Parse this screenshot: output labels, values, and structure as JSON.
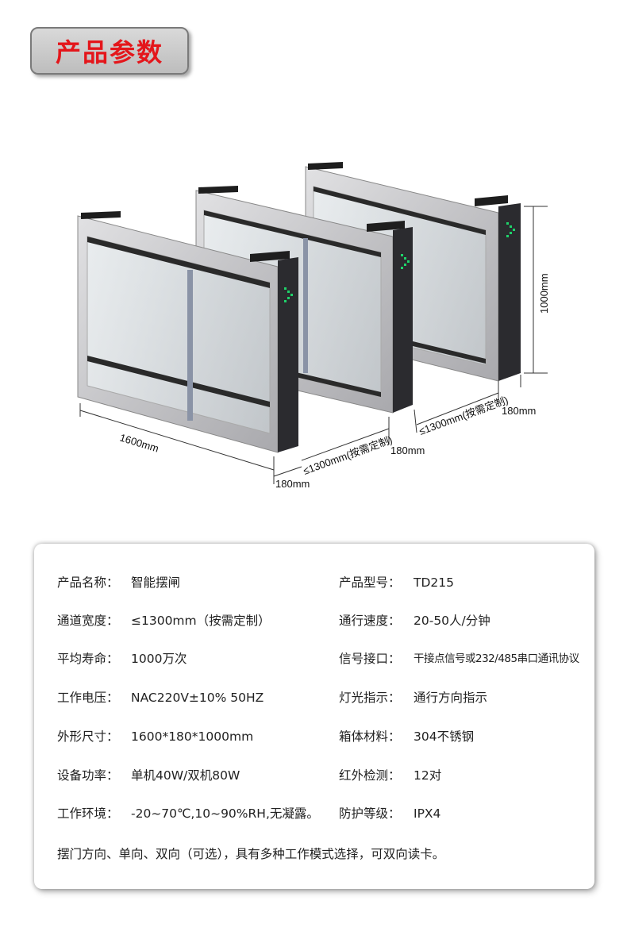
{
  "header": {
    "title": "产品参数"
  },
  "dimensions": {
    "length": "1600mm",
    "height": "1000mm",
    "width_cabinet": "180mm",
    "channel": "≤1300mm(按需定制)"
  },
  "specs": {
    "rows": [
      {
        "k1": "产品名称：",
        "v1": "智能摆闸",
        "k2": "产品型号：",
        "v2": "TD215"
      },
      {
        "k1": "通道宽度：",
        "v1": "≤1300mm（按需定制）",
        "k2": "通行速度：",
        "v2": "20-50人/分钟"
      },
      {
        "k1": "平均寿命：",
        "v1": "1000万次",
        "k2": "信号接口：",
        "v2": "干接点信号或232/485串口通讯协议"
      },
      {
        "k1": "工作电压：",
        "v1": "NAC220V±10% 50HZ",
        "k2": "灯光指示：",
        "v2": "通行方向指示"
      },
      {
        "k1": "外形尺寸：",
        "v1": "1600*180*1000mm",
        "k2": "箱体材料：",
        "v2": "304不锈钢"
      },
      {
        "k1": "设备功率：",
        "v1": "单机40W/双机80W",
        "k2": "红外检测：",
        "v2": "12对"
      },
      {
        "k1": "工作环境：",
        "v1": "-20~70℃,10~90%RH,无凝露。",
        "k2": "防护等级：",
        "v2": "IPX4"
      }
    ],
    "note": "摆门方向、单向、双向（可选），具有多种工作模式选择，可双向读卡。"
  },
  "colors": {
    "title_red": "#e4161b",
    "steel": "#c9c9cb",
    "panel_dark": "#2b2b2f",
    "led_green": "#1fd36a"
  }
}
